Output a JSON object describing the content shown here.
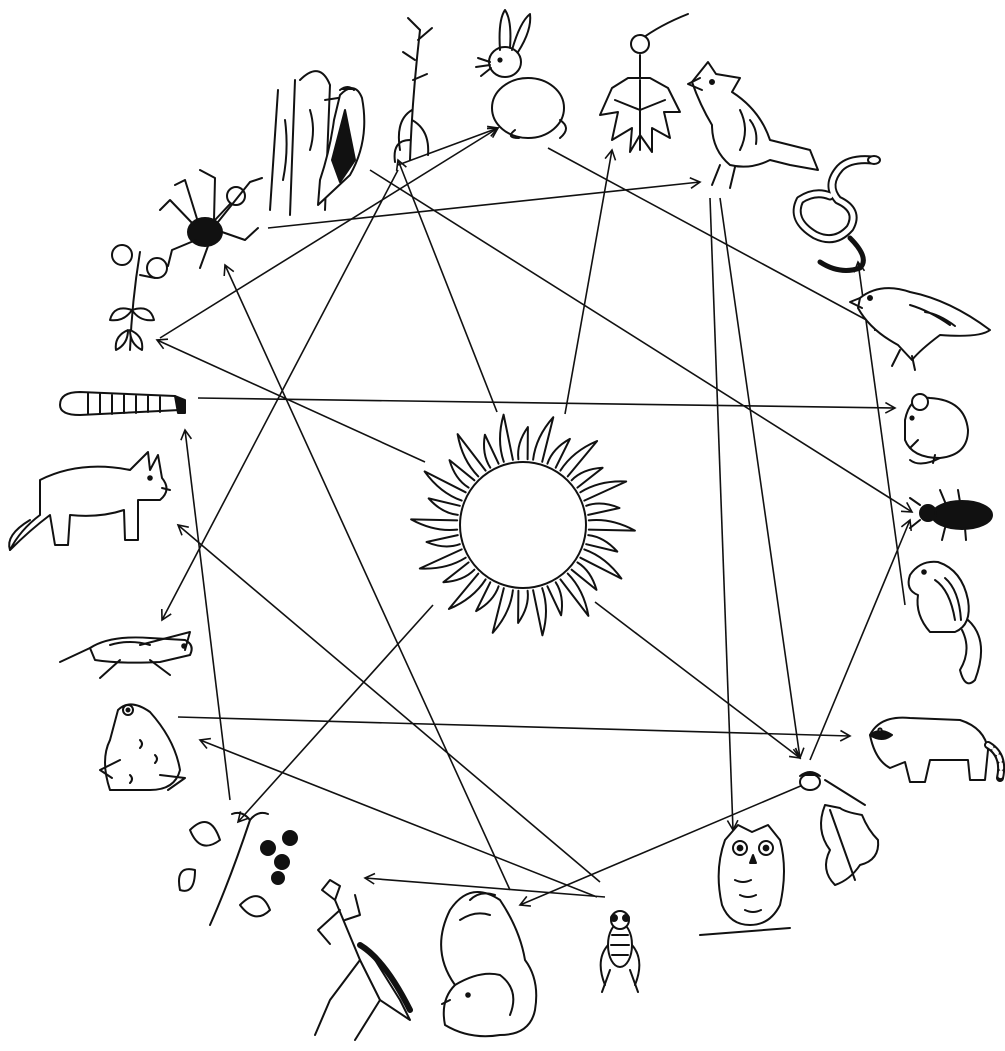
{
  "diagram": {
    "organisms": [
      {
        "id": "sun",
        "icon": "sun-icon"
      },
      {
        "id": "rabbit",
        "icon": "rabbit-icon"
      },
      {
        "id": "maple-leaf",
        "icon": "maple-leaf-icon"
      },
      {
        "id": "cardinal",
        "icon": "cardinal-icon"
      },
      {
        "id": "grass",
        "icon": "grass-icon"
      },
      {
        "id": "woodpecker",
        "icon": "woodpecker-icon"
      },
      {
        "id": "snake",
        "icon": "snake-icon"
      },
      {
        "id": "spider",
        "icon": "spider-icon"
      },
      {
        "id": "hawk",
        "icon": "hawk-icon"
      },
      {
        "id": "clover",
        "icon": "clover-icon"
      },
      {
        "id": "mouse",
        "icon": "mouse-icon"
      },
      {
        "id": "grub",
        "icon": "grub-icon"
      },
      {
        "id": "fox",
        "icon": "fox-icon"
      },
      {
        "id": "beetle",
        "icon": "beetle-icon"
      },
      {
        "id": "chipmunk",
        "icon": "chipmunk-icon"
      },
      {
        "id": "grasshopper",
        "icon": "grasshopper-icon"
      },
      {
        "id": "frog",
        "icon": "frog-icon"
      },
      {
        "id": "raccoon",
        "icon": "raccoon-icon"
      },
      {
        "id": "acorn-oak",
        "icon": "oak-acorn-icon"
      },
      {
        "id": "blackberry",
        "icon": "blackberry-icon"
      },
      {
        "id": "owl",
        "icon": "owl-icon"
      },
      {
        "id": "mantis",
        "icon": "mantis-icon"
      },
      {
        "id": "squirrel",
        "icon": "squirrel-icon"
      },
      {
        "id": "fly",
        "icon": "fly-icon"
      }
    ],
    "links": [
      {
        "from": "sun",
        "to": "grass"
      },
      {
        "from": "sun",
        "to": "maple-leaf"
      },
      {
        "from": "sun",
        "to": "clover"
      },
      {
        "from": "sun",
        "to": "blackberry"
      },
      {
        "from": "sun",
        "to": "acorn-oak"
      },
      {
        "from": "grass",
        "to": "grasshopper"
      },
      {
        "from": "grass",
        "to": "rabbit"
      },
      {
        "from": "clover",
        "to": "rabbit"
      },
      {
        "from": "spider",
        "to": "cardinal"
      },
      {
        "from": "grub",
        "to": "mouse"
      },
      {
        "from": "rabbit",
        "to": "hawk"
      },
      {
        "from": "woodpecker",
        "to": "beetle"
      },
      {
        "from": "chipmunk",
        "to": "snake"
      },
      {
        "from": "cardinal",
        "to": "owl"
      },
      {
        "from": "cardinal",
        "to": "acorn-oak"
      },
      {
        "from": "acorn-oak",
        "to": "beetle"
      },
      {
        "from": "acorn-oak",
        "to": "squirrel"
      },
      {
        "from": "frog",
        "to": "raccoon"
      },
      {
        "from": "blackberry",
        "to": "grub"
      },
      {
        "from": "fly",
        "to": "mantis"
      },
      {
        "from": "fly",
        "to": "frog"
      },
      {
        "from": "fly",
        "to": "fox"
      },
      {
        "from": "squirrel",
        "to": "spider"
      }
    ]
  }
}
